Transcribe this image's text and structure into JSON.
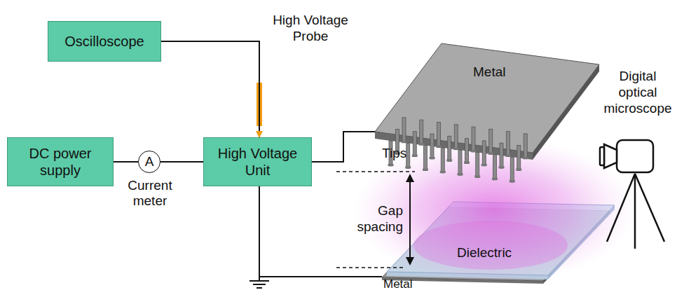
{
  "diagram": {
    "nodes": [
      {
        "text": [
          "Oscilloscope"
        ]
      },
      {
        "text": [
          "Metal"
        ]
      },
      {
        "text": [
          "DC power supply"
        ]
      },
      {
        "text": [
          "A",
          "Current meter"
        ]
      },
      {
        "text": [
          "High Voltage Unit"
        ]
      },
      {
        "text": [
          "Dielectric"
        ]
      },
      {
        "text": [
          "Metal"
        ]
      }
    ],
    "edges": [
      {
        "from": 0,
        "to": 4,
        "arrow": "to"
      },
      {
        "from": 2,
        "to": 3,
        "arrow": "none"
      },
      {
        "from": 3,
        "to": 4,
        "arrow": "none"
      },
      {
        "from": 4,
        "to": 1,
        "arrow": "none"
      },
      {
        "from": 4,
        "to": 6,
        "arrow": "none"
      }
    ],
    "labels": [
      "High Voltage Probe",
      "Tips",
      "Gap spacing",
      "Digital optical microscope"
    ]
  }
}
